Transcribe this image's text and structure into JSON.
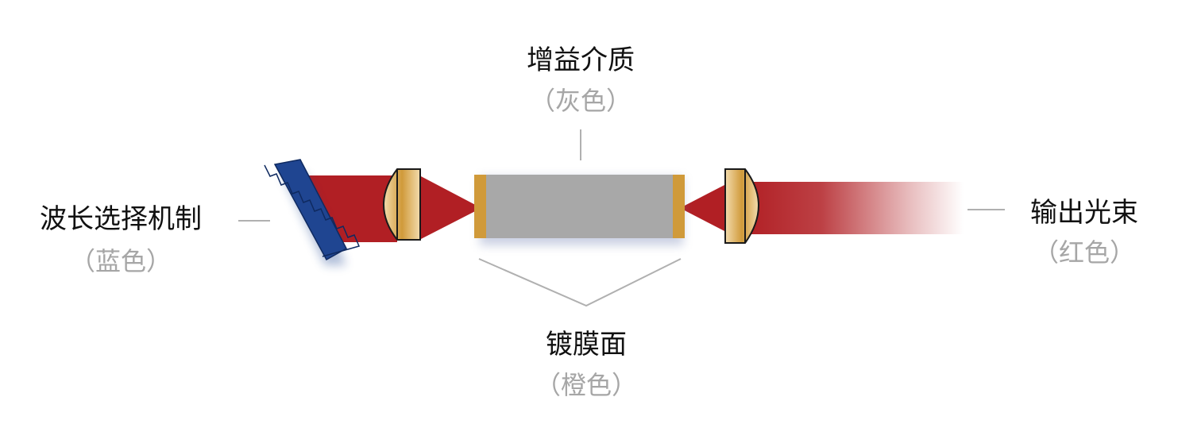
{
  "labels": {
    "gain_medium": {
      "title": "增益介质",
      "color_note": "（灰色）"
    },
    "coating": {
      "title": "镀膜面",
      "color_note": "（橙色）"
    },
    "wavelength_selector": {
      "title": "波长选择机制",
      "color_note": "（蓝色）"
    },
    "output_beam": {
      "title": "输出光束",
      "color_note": "（红色）"
    }
  },
  "colors": {
    "beam": "#b11f24",
    "gain_medium": "#a8a8a8",
    "coating": "#d09a3a",
    "grating": "#1f4591",
    "lens": "#d5a24f",
    "leader_line": "#b0b0b0",
    "title_text": "#111111",
    "note_text": "#a6a6a6"
  },
  "icons": {
    "grating": "diffraction-grating-icon",
    "lens_left": "plano-convex-lens-icon",
    "lens_right": "plano-convex-lens-icon",
    "gain_medium": "gain-crystal-icon"
  }
}
